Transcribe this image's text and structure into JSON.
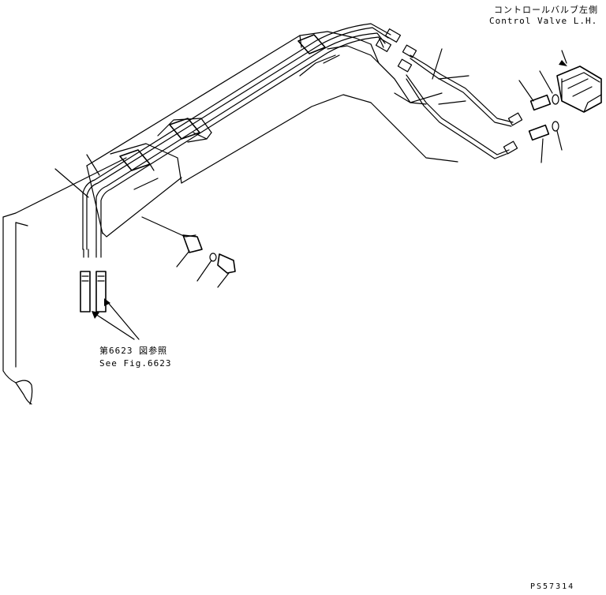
{
  "callouts": {
    "control_valve_jp": "コントロールバルブ左側",
    "control_valve_en": "Control Valve L.H.",
    "see_fig_jp": "第6623 図参照",
    "see_fig_en": "See Fig.6623"
  },
  "drawing_code": "PS57314"
}
